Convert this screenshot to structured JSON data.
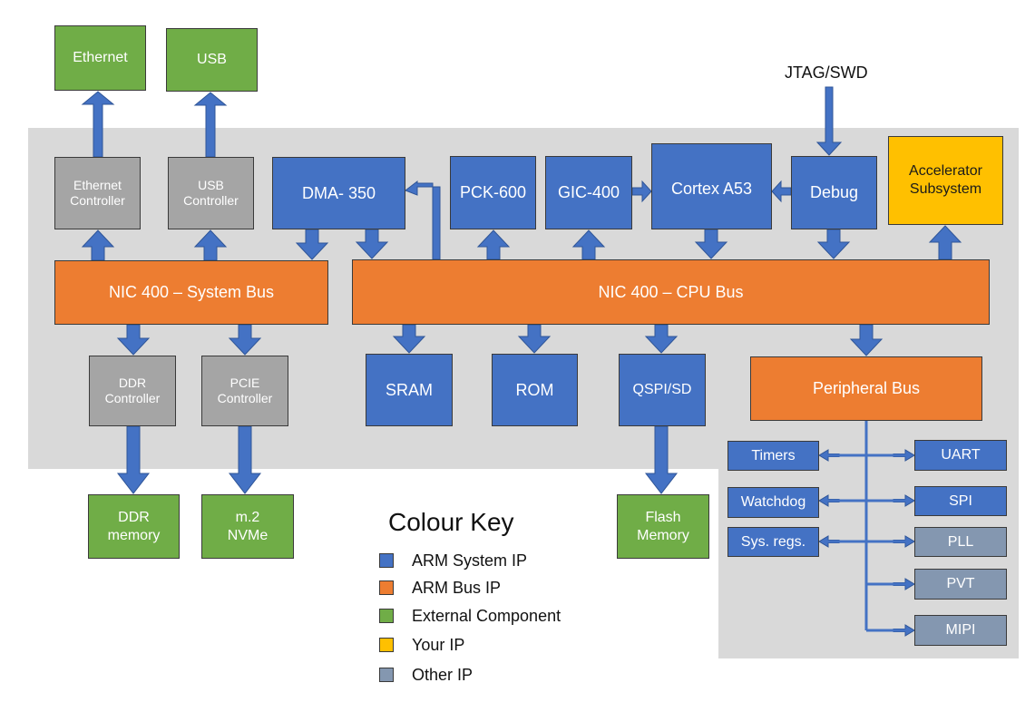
{
  "colors": {
    "arm_system": "#4472c4",
    "arm_bus": "#ed7d31",
    "external": "#70ad47",
    "your_ip": "#ffc000",
    "other_ip": "#8497b0",
    "controller_gray": "#a5a5a5",
    "panel_gray": "#d9d9d9"
  },
  "external": {
    "ethernet": "Ethernet",
    "usb": "USB",
    "ddr_memory": "DDR\nmemory",
    "nvme": "m.2\nNVMe",
    "flash": "Flash\nMemory"
  },
  "controllers": {
    "ethernet": "Ethernet\nController",
    "usb": "USB\nController",
    "ddr": "DDR\nController",
    "pcie": "PCIE\nController"
  },
  "system_ip": {
    "dma": "DMA- 350",
    "pck": "PCK-600",
    "gic": "GIC-400",
    "cortex": "Cortex A53",
    "debug": "Debug",
    "sram": "SRAM",
    "rom": "ROM",
    "qspi": "QSPI/SD",
    "timers": "Timers",
    "watchdog": "Watchdog",
    "sysregs": "Sys. regs.",
    "uart": "UART",
    "spi": "SPI"
  },
  "your_ip": {
    "accelerator": "Accelerator\nSubsystem"
  },
  "other_ip": {
    "pll": "PLL",
    "pvt": "PVT",
    "mipi": "MIPI"
  },
  "buses": {
    "system_bus": "NIC 400 – System Bus",
    "cpu_bus": "NIC 400 – CPU Bus",
    "peripheral_bus": "Peripheral Bus"
  },
  "jtag_label": "JTAG/SWD",
  "colour_key": {
    "title": "Colour Key",
    "items": [
      {
        "label": "ARM System IP",
        "color": "#4472c4"
      },
      {
        "label": "ARM Bus IP",
        "color": "#ed7d31"
      },
      {
        "label": "External Component",
        "color": "#70ad47"
      },
      {
        "label": "Your IP",
        "color": "#ffc000"
      },
      {
        "label": "Other IP",
        "color": "#8497b0"
      }
    ]
  }
}
